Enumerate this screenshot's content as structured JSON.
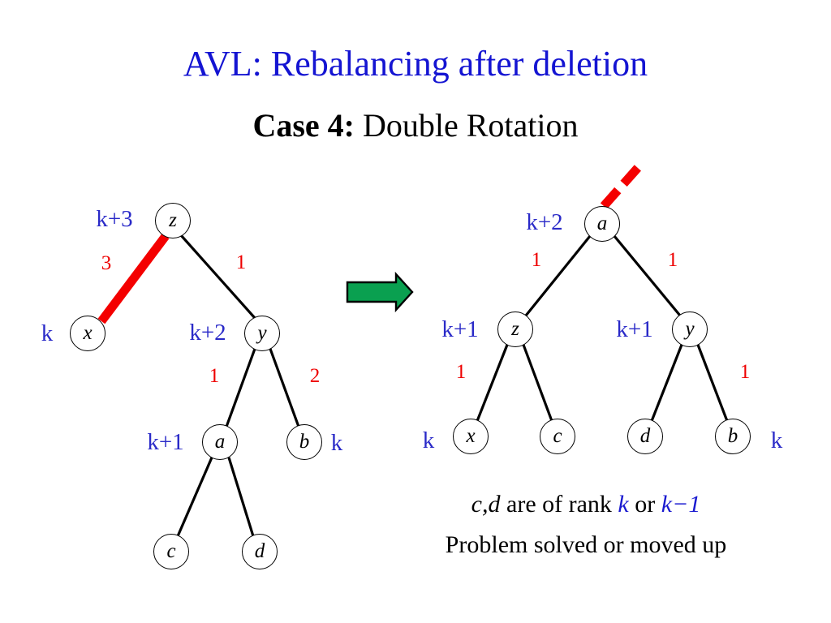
{
  "slide": {
    "title": "AVL: Rebalancing after deletion",
    "subtitle_bold": "Case 4:",
    "subtitle_rest": " Double Rotation",
    "colors": {
      "title_blue": "#1414d2",
      "rank_blue": "#2a2ac8",
      "weight_red": "#ee0000",
      "arrow_green": "#0aa050",
      "node_stroke": "#000000",
      "edge_black": "#000000"
    }
  },
  "left_tree": {
    "name": "before-rotation-tree",
    "nodes": [
      {
        "id": "z",
        "label": "z",
        "rank": "k+3",
        "rank_side": "left"
      },
      {
        "id": "x",
        "label": "x",
        "rank": "k",
        "rank_side": "left"
      },
      {
        "id": "y",
        "label": "y",
        "rank": "k+2",
        "rank_side": "left"
      },
      {
        "id": "a",
        "label": "a",
        "rank": "k+1",
        "rank_side": "left"
      },
      {
        "id": "b",
        "label": "b",
        "rank": "k",
        "rank_side": "right"
      },
      {
        "id": "c",
        "label": "c",
        "rank": "",
        "rank_side": ""
      },
      {
        "id": "d",
        "label": "d",
        "rank": "",
        "rank_side": ""
      }
    ],
    "edges": [
      {
        "from": "z",
        "to": "x",
        "weight": "3",
        "style": "thick-red"
      },
      {
        "from": "z",
        "to": "y",
        "weight": "1",
        "style": "black"
      },
      {
        "from": "y",
        "to": "a",
        "weight": "1",
        "style": "black"
      },
      {
        "from": "y",
        "to": "b",
        "weight": "2",
        "style": "black"
      },
      {
        "from": "a",
        "to": "c",
        "weight": "",
        "style": "black"
      },
      {
        "from": "a",
        "to": "d",
        "weight": "",
        "style": "black"
      }
    ]
  },
  "arrow": {
    "name": "transformation-arrow",
    "direction": "right",
    "color": "#0aa050"
  },
  "right_tree": {
    "name": "after-rotation-tree",
    "nodes": [
      {
        "id": "a",
        "label": "a",
        "rank": "k+2",
        "rank_side": "left"
      },
      {
        "id": "z",
        "label": "z",
        "rank": "k+1",
        "rank_side": "left"
      },
      {
        "id": "y",
        "label": "y",
        "rank": "k+1",
        "rank_side": "left"
      },
      {
        "id": "x",
        "label": "x",
        "rank": "k",
        "rank_side": "left"
      },
      {
        "id": "c",
        "label": "c",
        "rank": "",
        "rank_side": ""
      },
      {
        "id": "d",
        "label": "d",
        "rank": "",
        "rank_side": ""
      },
      {
        "id": "b",
        "label": "b",
        "rank": "k",
        "rank_side": "right"
      }
    ],
    "edges": [
      {
        "from": "parent",
        "to": "a",
        "weight": "",
        "style": "dashed-red"
      },
      {
        "from": "a",
        "to": "z",
        "weight": "1",
        "style": "black"
      },
      {
        "from": "a",
        "to": "y",
        "weight": "1",
        "style": "black"
      },
      {
        "from": "z",
        "to": "x",
        "weight": "1",
        "style": "black"
      },
      {
        "from": "z",
        "to": "c",
        "weight": "",
        "style": "black"
      },
      {
        "from": "y",
        "to": "d",
        "weight": "",
        "style": "black"
      },
      {
        "from": "y",
        "to": "b",
        "weight": "1",
        "style": "black"
      }
    ]
  },
  "captions": {
    "line1_pre": "c,d",
    "line1_mid": " are of rank ",
    "line1_k": "k",
    "line1_or": " or ",
    "line1_km1": "k−1",
    "line2": "Problem solved or moved up"
  },
  "labels": {
    "L_z_rank": "k+3",
    "L_x_rank": "k",
    "L_y_rank": "k+2",
    "L_a_rank": "k+1",
    "L_b_rank": "k",
    "L_w_zx": "3",
    "L_w_zy": "1",
    "L_w_ya": "1",
    "L_w_yb": "2",
    "R_a_rank": "k+2",
    "R_z_rank": "k+1",
    "R_y_rank": "k+1",
    "R_x_rank": "k",
    "R_b_rank": "k",
    "R_w_az": "1",
    "R_w_ay": "1",
    "R_w_zx": "1",
    "R_w_yb": "1"
  },
  "node_text": {
    "L_z": "z",
    "L_x": "x",
    "L_y": "y",
    "L_a": "a",
    "L_b": "b",
    "L_c": "c",
    "L_d": "d",
    "R_a": "a",
    "R_z": "z",
    "R_y": "y",
    "R_x": "x",
    "R_c": "c",
    "R_d": "d",
    "R_b": "b"
  }
}
